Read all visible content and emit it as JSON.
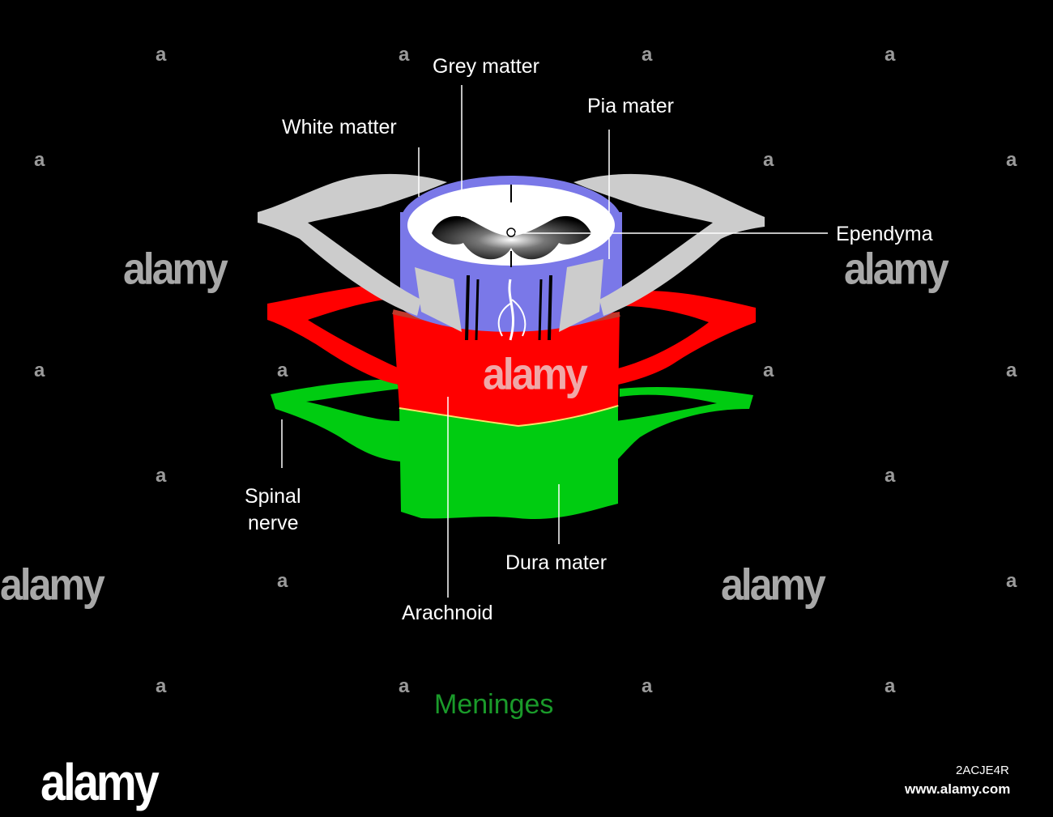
{
  "labels": {
    "grey_matter": "Grey matter",
    "pia_mater": "Pia mater",
    "white_matter": "White matter",
    "ependyma": "Ependyma",
    "spinal_nerve_line1": "Spinal",
    "spinal_nerve_line2": "nerve",
    "dura_mater": "Dura mater",
    "arachnoid": "Arachnoid"
  },
  "title": "Meninges",
  "watermark": {
    "logo": "alamy",
    "small_mark": "a",
    "image_id": "2ACJE4R",
    "url": "www.alamy.com"
  },
  "colors": {
    "background": "#000000",
    "white_matter_surface": "#ffffff",
    "pia_mater": "#7a78e8",
    "arachnoid": "#ff0000",
    "dura_mater": "#00cc11",
    "grey_matter": "#111111",
    "nerve_roots": "#cccccc",
    "title": "#1a9a2a"
  }
}
